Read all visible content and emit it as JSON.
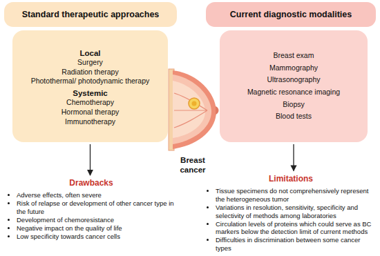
{
  "diagram": {
    "nodes": [
      {
        "text": [
          "Standard therapeutic approaches"
        ]
      },
      {
        "text": [
          "Local",
          "Surgery",
          "Radiation therapy",
          "Photothermal/ photodynamic therapy",
          "Systemic",
          "Chemotherapy",
          "Hormonal therapy",
          "Immunotherapy"
        ]
      },
      {
        "text": [
          "Drawbacks",
          "Adverse effects, often severe",
          "Risk of relapse or development of other cancer type in the future",
          "Development of chemoresistance",
          "Negative impact on the quality of life",
          "Low specificity towards cancer cells"
        ]
      },
      {
        "text": [
          "Current diagnostic modalities"
        ]
      },
      {
        "text": [
          "Breast exam",
          "Mammography",
          "Ultrasonography",
          "Magnetic resonance imaging",
          "Biopsy",
          "Blood tests"
        ]
      },
      {
        "text": [
          "Limitations",
          "Tissue specimens do not comprehensively represent the heterogeneous tumor",
          "Variations in resolution, sensitivity, specificity and selectivity of methods among laboratories",
          "Circulation levels of proteins which could serve as BC markers below the detection limit of current methods",
          "Difficulties in discrimination between some cancer types"
        ]
      }
    ],
    "edges": [
      {
        "from": 1,
        "to": 2,
        "arrow": "to"
      },
      {
        "from": 4,
        "to": 5,
        "arrow": "to"
      }
    ],
    "labels": [
      "Breast cancer"
    ]
  }
}
